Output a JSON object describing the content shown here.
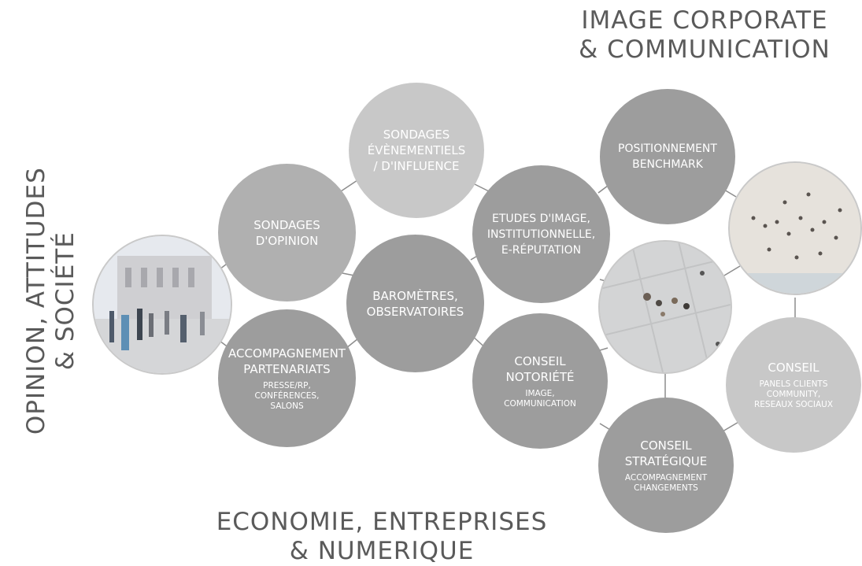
{
  "headings": {
    "top": [
      "IMAGE CORPORATE",
      "& COMMUNICATION"
    ],
    "left": [
      "OPINION, ATTITUDES",
      "& SOCIÉTÉ"
    ],
    "bottom": [
      "ECONOMIE, ENTREPRISES",
      "& NUMERIQUE"
    ]
  },
  "bubbles": {
    "sondages_evenementiels": {
      "title": [
        "SONDAGES",
        "ÉVÈNEMENTIELS",
        "/ D'INFLUENCE"
      ]
    },
    "sondages_opinion": {
      "title": [
        "SONDAGES",
        "D'OPINION"
      ]
    },
    "barometres": {
      "title": [
        "BAROMÈTRES,",
        "OBSERVATOIRES"
      ]
    },
    "accompagnement": {
      "title": [
        "ACCOMPAGNEMENT",
        "PARTENARIATS"
      ],
      "sub": [
        "PRESSE/RP,",
        "CONFÉRENCES,",
        "SALONS"
      ]
    },
    "etudes_image": {
      "title": [
        "ETUDES D'IMAGE,",
        "INSTITUTIONNELLE,",
        "E-RÉPUTATION"
      ]
    },
    "positionnement": {
      "title": [
        "POSITIONNEMENT",
        "BENCHMARK"
      ]
    },
    "conseil_notoriete": {
      "title": [
        "CONSEIL",
        "NOTORIÉTÉ"
      ],
      "sub": [
        "IMAGE,",
        "COMMUNICATION"
      ]
    },
    "conseil_strategique": {
      "title": [
        "CONSEIL",
        "STRATÉGIQUE"
      ],
      "sub": [
        "ACCOMPAGNEMENT",
        "CHANGEMENTS"
      ]
    },
    "conseil_panels": {
      "title": [
        "CONSEIL"
      ],
      "sub": [
        "PANELS CLIENTS",
        "COMMUNITY,",
        "RESEAUX SOCIAUX"
      ]
    }
  }
}
